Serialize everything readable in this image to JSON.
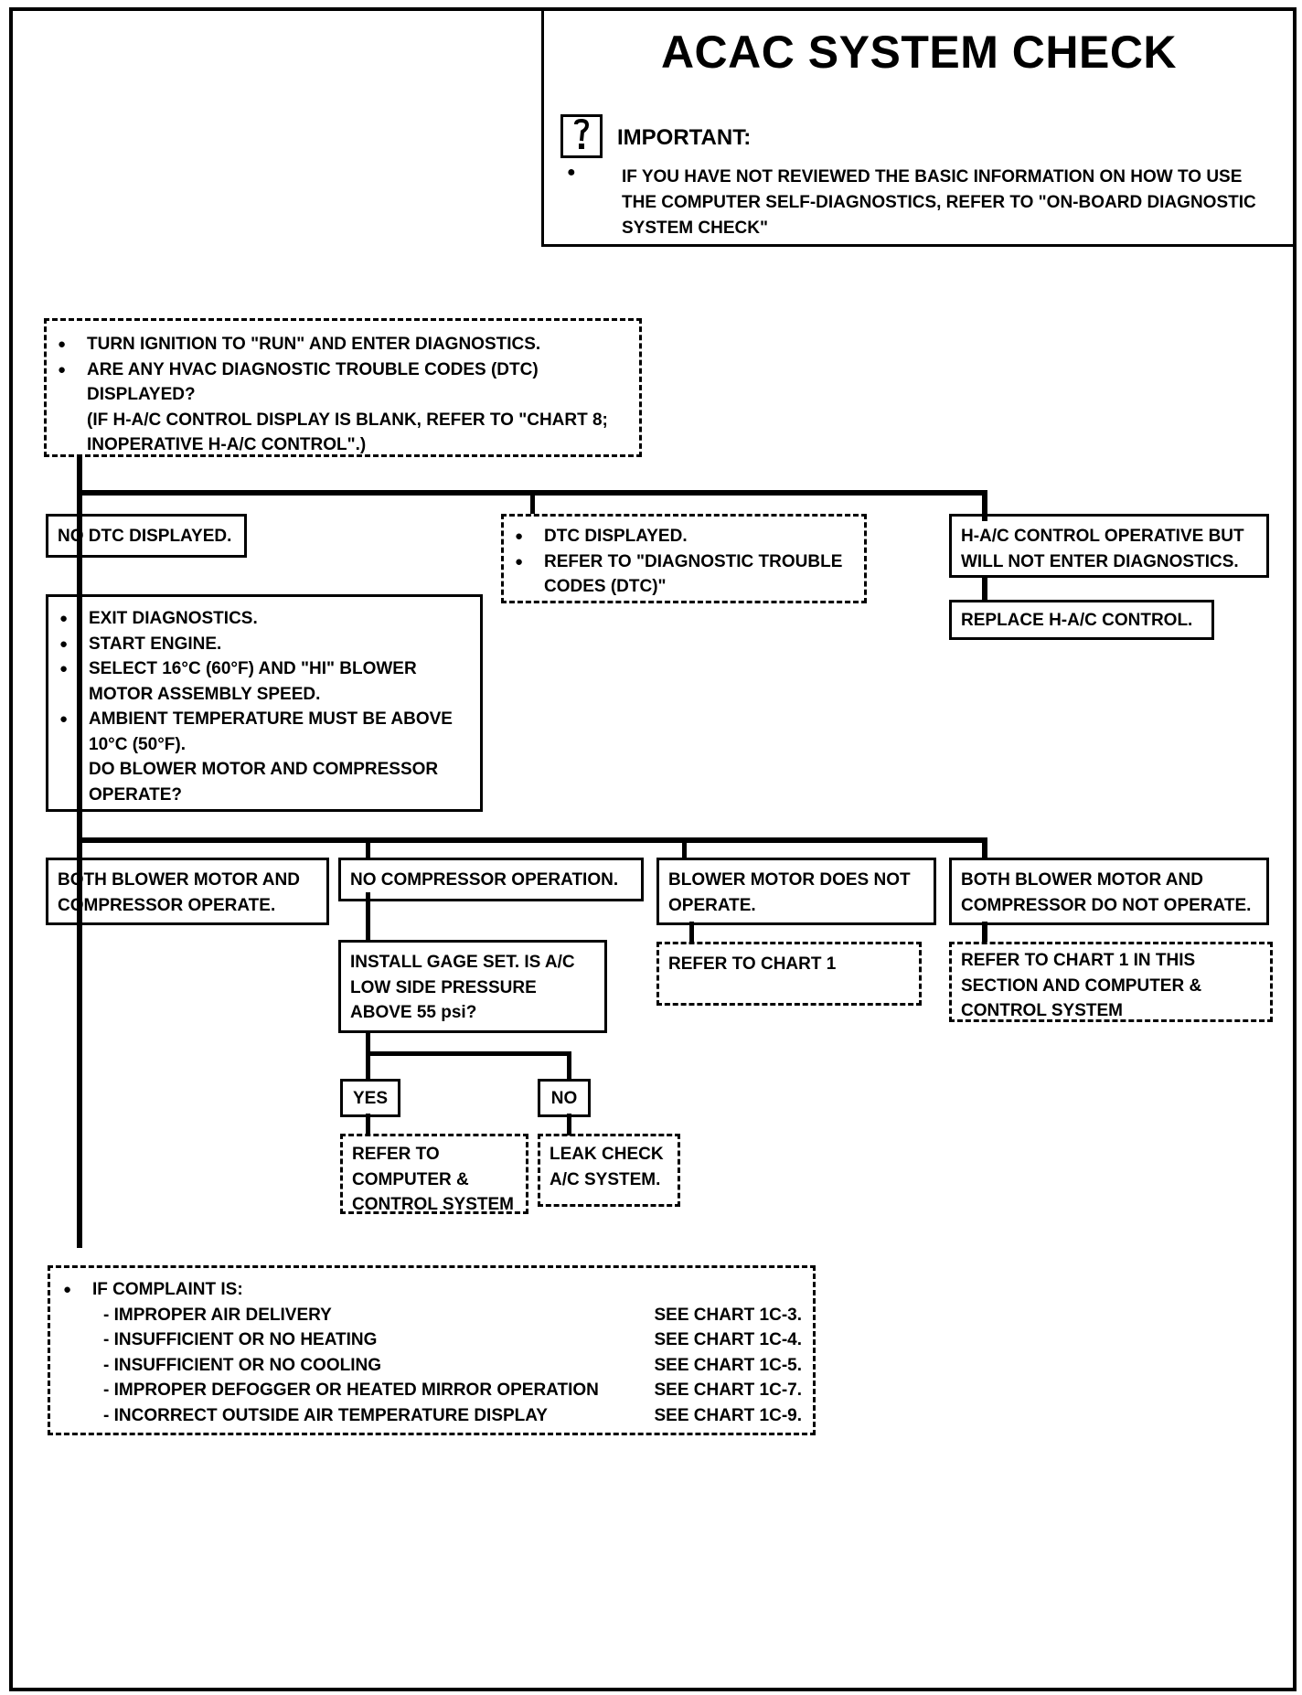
{
  "header": {
    "title": "ACAC SYSTEM CHECK",
    "important_label": "IMPORTANT:",
    "important_text": "IF YOU HAVE NOT REVIEWED THE BASIC INFORMATION ON HOW TO USE THE COMPUTER SELF-DIAGNOSTICS, REFER TO \"ON-BOARD DIAGNOSTIC SYSTEM CHECK\""
  },
  "start": {
    "bullets": [
      "TURN IGNITION TO \"RUN\" AND ENTER DIAGNOSTICS.",
      "ARE ANY HVAC DIAGNOSTIC TROUBLE CODES (DTC) DISPLAYED?"
    ],
    "note": "(IF H-A/C CONTROL DISPLAY IS BLANK, REFER TO \"CHART 8; INOPERATIVE H-A/C CONTROL\".)"
  },
  "no_dtc": "NO DTC DISPLAYED.",
  "dtc_displayed": {
    "bullets": [
      "DTC DISPLAYED.",
      "REFER TO \"DIAGNOSTIC TROUBLE CODES (DTC)\""
    ]
  },
  "control_operative": "H-A/C CONTROL OPERATIVE BUT WILL NOT ENTER DIAGNOSTICS.",
  "replace_control": "REPLACE H-A/C CONTROL.",
  "exit_diag": {
    "bullets": [
      "EXIT DIAGNOSTICS.",
      "START ENGINE.",
      "SELECT 16°C (60°F) AND \"HI\" BLOWER MOTOR ASSEMBLY SPEED.",
      "AMBIENT TEMPERATURE MUST BE ABOVE 10°C (50°F)."
    ],
    "question": "DO BLOWER MOTOR AND COMPRESSOR OPERATE?"
  },
  "both_operate": "BOTH BLOWER MOTOR AND COMPRESSOR OPERATE.",
  "no_compressor": "NO COMPRESSOR OPERATION.",
  "blower_not": "BLOWER MOTOR DOES NOT OPERATE.",
  "both_not": "BOTH BLOWER MOTOR AND COMPRESSOR DO NOT OPERATE.",
  "refer_chart1": "REFER TO CHART 1",
  "refer_chart1_section": "REFER TO CHART 1 IN THIS SECTION AND COMPUTER & CONTROL SYSTEM",
  "gage": "INSTALL GAGE SET. IS A/C LOW SIDE PRESSURE ABOVE 55 psi?",
  "yes": "YES",
  "no": "NO",
  "refer_computer": "REFER TO COMPUTER & CONTROL SYSTEM",
  "leak_check": "LEAK CHECK A/C SYSTEM.",
  "complaint": {
    "heading": "IF COMPLAINT IS:",
    "rows": [
      {
        "item": "- IMPROPER AIR DELIVERY",
        "chart": "SEE CHART 1C-3."
      },
      {
        "item": "- INSUFFICIENT OR NO HEATING",
        "chart": "SEE CHART 1C-4."
      },
      {
        "item": "- INSUFFICIENT OR NO COOLING",
        "chart": "SEE CHART 1C-5."
      },
      {
        "item": "- IMPROPER DEFOGGER OR HEATED MIRROR OPERATION",
        "chart": "SEE CHART 1C-7."
      },
      {
        "item": "- INCORRECT OUTSIDE AIR TEMPERATURE DISPLAY",
        "chart": "SEE CHART 1C-9."
      }
    ]
  }
}
